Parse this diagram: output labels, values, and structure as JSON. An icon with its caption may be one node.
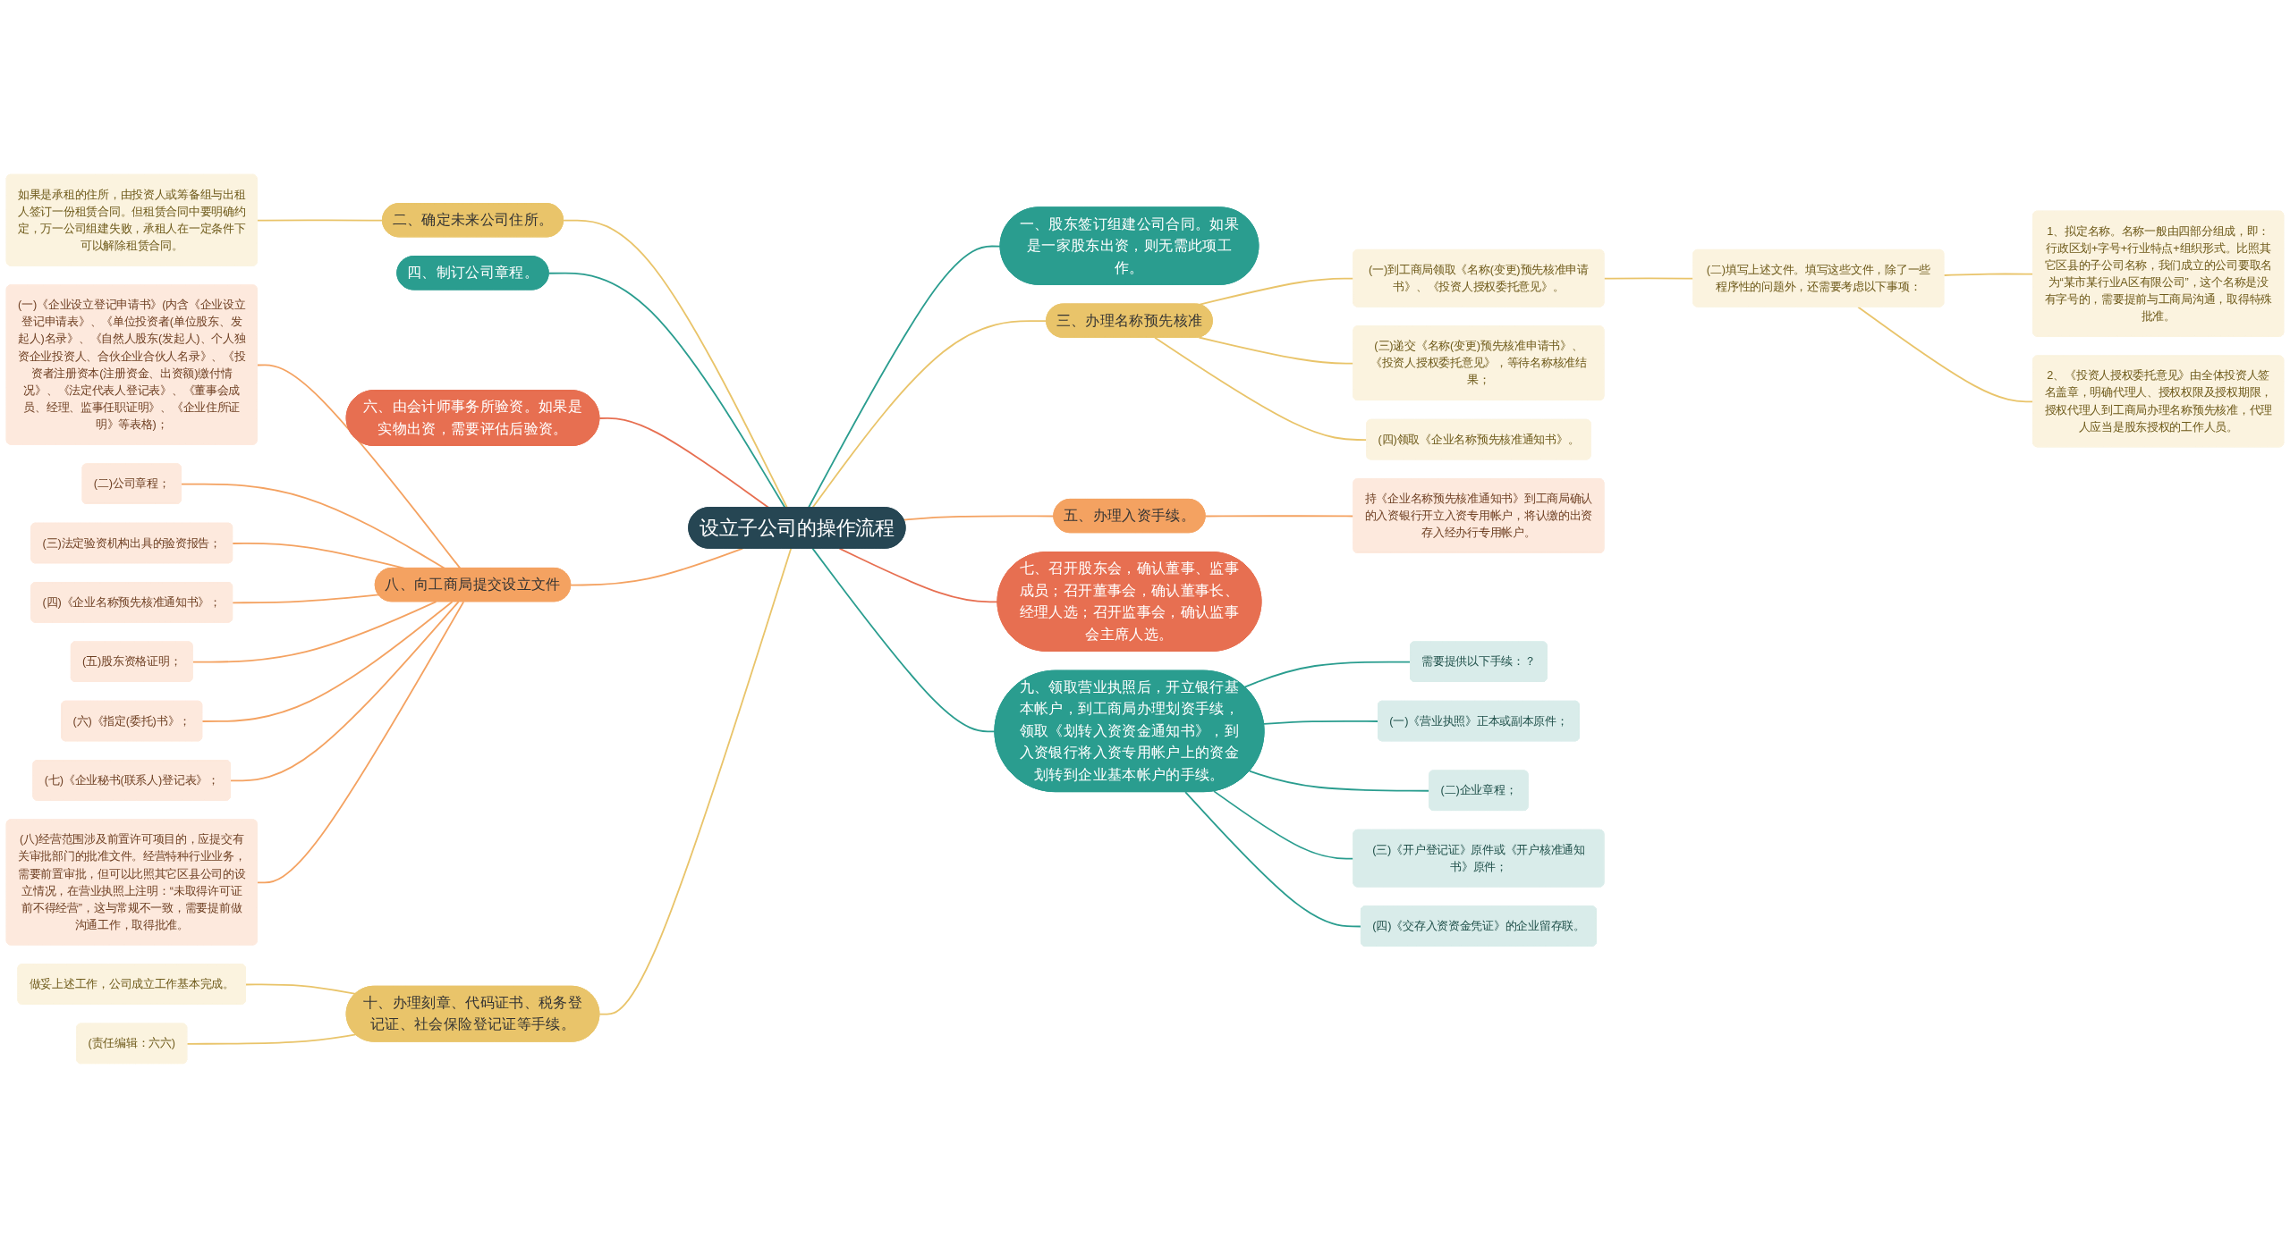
{
  "diagram": {
    "nodes": [
      {
        "text": [
          "设立子公司的操作流程"
        ]
      },
      {
        "text": [
          "一、股东签订组建公司合同。如果是一家股东出资，则无需此项工作。"
        ]
      },
      {
        "text": [
          "二、确定未来公司住所。"
        ]
      },
      {
        "text": [
          "如果是承租的住所，由投资人或筹备组与出租人签订一份租赁合同。但租赁合同中要明确约定，万一公司组建失败，承租人在一定条件下可以解除租赁合同。"
        ]
      },
      {
        "text": [
          "三、办理名称预先核准"
        ]
      },
      {
        "text": [
          "(一)到工商局领取《名称(变更)预先核准申请书》、《投资人授权委托意见》。"
        ]
      },
      {
        "text": [
          "(二)填写上述文件。填写这些文件，除了一些程序性的问题外，还需要考虑以下事项："
        ]
      },
      {
        "text": [
          "1、拟定名称。名称一般由四部分组成，即：行政区划+字号+行业特点+组织形式。比照其它区县的子公司名称，我们成立的公司要取名为“某市某行业A区有限公司”，这个名称是没有字号的，需要提前与工商局沟通，取得特殊批准。"
        ]
      },
      {
        "text": [
          "2、《投资人授权委托意见》由全体投资人签名盖章，明确代理人、授权权限及授权期限，授权代理人到工商局办理名称预先核准，代理人应当是股东授权的工作人员。"
        ]
      },
      {
        "text": [
          "(三)递交《名称(变更)预先核准申请书》、《投资人授权委托意见》，等待名称核准结果；"
        ]
      },
      {
        "text": [
          "(四)领取《企业名称预先核准通知书》。"
        ]
      },
      {
        "text": [
          "四、制订公司章程。"
        ]
      },
      {
        "text": [
          "五、办理入资手续。"
        ]
      },
      {
        "text": [
          "持《企业名称预先核准通知书》到工商局确认的入资银行开立入资专用帐户，将认缴的出资存入经办行专用帐户。"
        ]
      },
      {
        "text": [
          "六、由会计师事务所验资。如果是实物出资，需要评估后验资。"
        ]
      },
      {
        "text": [
          "七、召开股东会，确认董事、监事成员；召开董事会，确认董事长、经理人选；召开监事会，确认监事会主席人选。"
        ]
      },
      {
        "text": [
          "八、向工商局提交设立文件"
        ]
      },
      {
        "text": [
          "(一)《企业设立登记申请书》(内含《企业设立登记申请表》、《单位投资者(单位股东、发起人)名录》、《自然人股东(发起人)、个人独资企业投资人、合伙企业合伙人名录》、《投资者注册资本(注册资金、出资额)缴付情况》、《法定代表人登记表》、《董事会成员、经理、监事任职证明》、《企业住所证明》等表格)；"
        ]
      },
      {
        "text": [
          "(二)公司章程；"
        ]
      },
      {
        "text": [
          "(三)法定验资机构出具的验资报告；"
        ]
      },
      {
        "text": [
          "(四)《企业名称预先核准通知书》；"
        ]
      },
      {
        "text": [
          "(五)股东资格证明；"
        ]
      },
      {
        "text": [
          "(六)《指定(委托)书》；"
        ]
      },
      {
        "text": [
          "(七)《企业秘书(联系人)登记表》；"
        ]
      },
      {
        "text": [
          "(八)经营范围涉及前置许可项目的，应提交有关审批部门的批准文件。经营特种行业业务，需要前置审批，但可以比照其它区县公司的设立情况，在营业执照上注明：“未取得许可证前不得经营”，这与常规不一致，需要提前做沟通工作，取得批准。"
        ]
      },
      {
        "text": [
          "九、领取营业执照后，开立银行基本帐户，到工商局办理划资手续，领取《划转入资资金通知书》，到入资银行将入资专用帐户上的资金划转到企业基本帐户的手续。"
        ]
      },
      {
        "text": [
          "需要提供以下手续：？"
        ]
      },
      {
        "text": [
          "(一)《营业执照》正本或副本原件；"
        ]
      },
      {
        "text": [
          "(二)企业章程；"
        ]
      },
      {
        "text": [
          "(三)《开户登记证》原件或《开户核准通知书》原件；"
        ]
      },
      {
        "text": [
          "(四)《交存入资资金凭证》的企业留存联。"
        ]
      },
      {
        "text": [
          "十、办理刻章、代码证书、税务登记证、社会保险登记证等手续。"
        ]
      },
      {
        "text": [
          "做妥上述工作，公司成立工作基本完成。"
        ]
      },
      {
        "text": [
          "(责任编辑：六六)"
        ]
      }
    ],
    "edges": [
      {
        "from": 0,
        "to": 1,
        "arrow": "none",
        "color": "#2a9d8f"
      },
      {
        "from": 2,
        "to": 0,
        "arrow": "none"
      },
      {
        "from": 3,
        "to": 2,
        "arrow": "none"
      },
      {
        "from": 0,
        "to": 4,
        "arrow": "none"
      },
      {
        "from": 4,
        "to": 5,
        "arrow": "none"
      },
      {
        "from": 5,
        "to": 6,
        "arrow": "none"
      },
      {
        "from": 6,
        "to": 7,
        "arrow": "none"
      },
      {
        "from": 6,
        "to": 8,
        "arrow": "none"
      },
      {
        "from": 4,
        "to": 9,
        "arrow": "none"
      },
      {
        "from": 4,
        "to": 10,
        "arrow": "none"
      },
      {
        "from": 11,
        "to": 0,
        "arrow": "none",
        "color": "#2a9d8f"
      },
      {
        "from": 0,
        "to": 12,
        "arrow": "none",
        "color": "#f4a261"
      },
      {
        "from": 12,
        "to": 13,
        "arrow": "none",
        "color": "#f4a261"
      },
      {
        "from": 14,
        "to": 0,
        "arrow": "none",
        "color": "#e76f51"
      },
      {
        "from": 0,
        "to": 15,
        "arrow": "none",
        "color": "#e76f51"
      },
      {
        "from": 16,
        "to": 0,
        "arrow": "none",
        "color": "#f4a261"
      },
      {
        "from": 17,
        "to": 16,
        "arrow": "none",
        "color": "#f4a261"
      },
      {
        "from": 18,
        "to": 16,
        "arrow": "none",
        "color": "#f4a261"
      },
      {
        "from": 19,
        "to": 16,
        "arrow": "none",
        "color": "#f4a261"
      },
      {
        "from": 20,
        "to": 16,
        "arrow": "none",
        "color": "#f4a261"
      },
      {
        "from": 21,
        "to": 16,
        "arrow": "none",
        "color": "#f4a261"
      },
      {
        "from": 22,
        "to": 16,
        "arrow": "none",
        "color": "#f4a261"
      },
      {
        "from": 23,
        "to": 16,
        "arrow": "none",
        "color": "#f4a261"
      },
      {
        "from": 24,
        "to": 16,
        "arrow": "none",
        "color": "#f4a261"
      },
      {
        "from": 0,
        "to": 25,
        "arrow": "none",
        "color": "#2a9d8f"
      },
      {
        "from": 25,
        "to": 26,
        "arrow": "none",
        "color": "#2a9d8f"
      },
      {
        "from": 25,
        "to": 27,
        "arrow": "none",
        "color": "#2a9d8f"
      },
      {
        "from": 25,
        "to": 28,
        "arrow": "none",
        "color": "#2a9d8f"
      },
      {
        "from": 25,
        "to": 29,
        "arrow": "none",
        "color": "#2a9d8f"
      },
      {
        "from": 25,
        "to": 30,
        "arrow": "none",
        "color": "#2a9d8f"
      },
      {
        "from": 31,
        "to": 0,
        "arrow": "none"
      },
      {
        "from": 32,
        "to": 31,
        "arrow": "none"
      },
      {
        "from": 33,
        "to": 31,
        "arrow": "none"
      }
    ]
  }
}
